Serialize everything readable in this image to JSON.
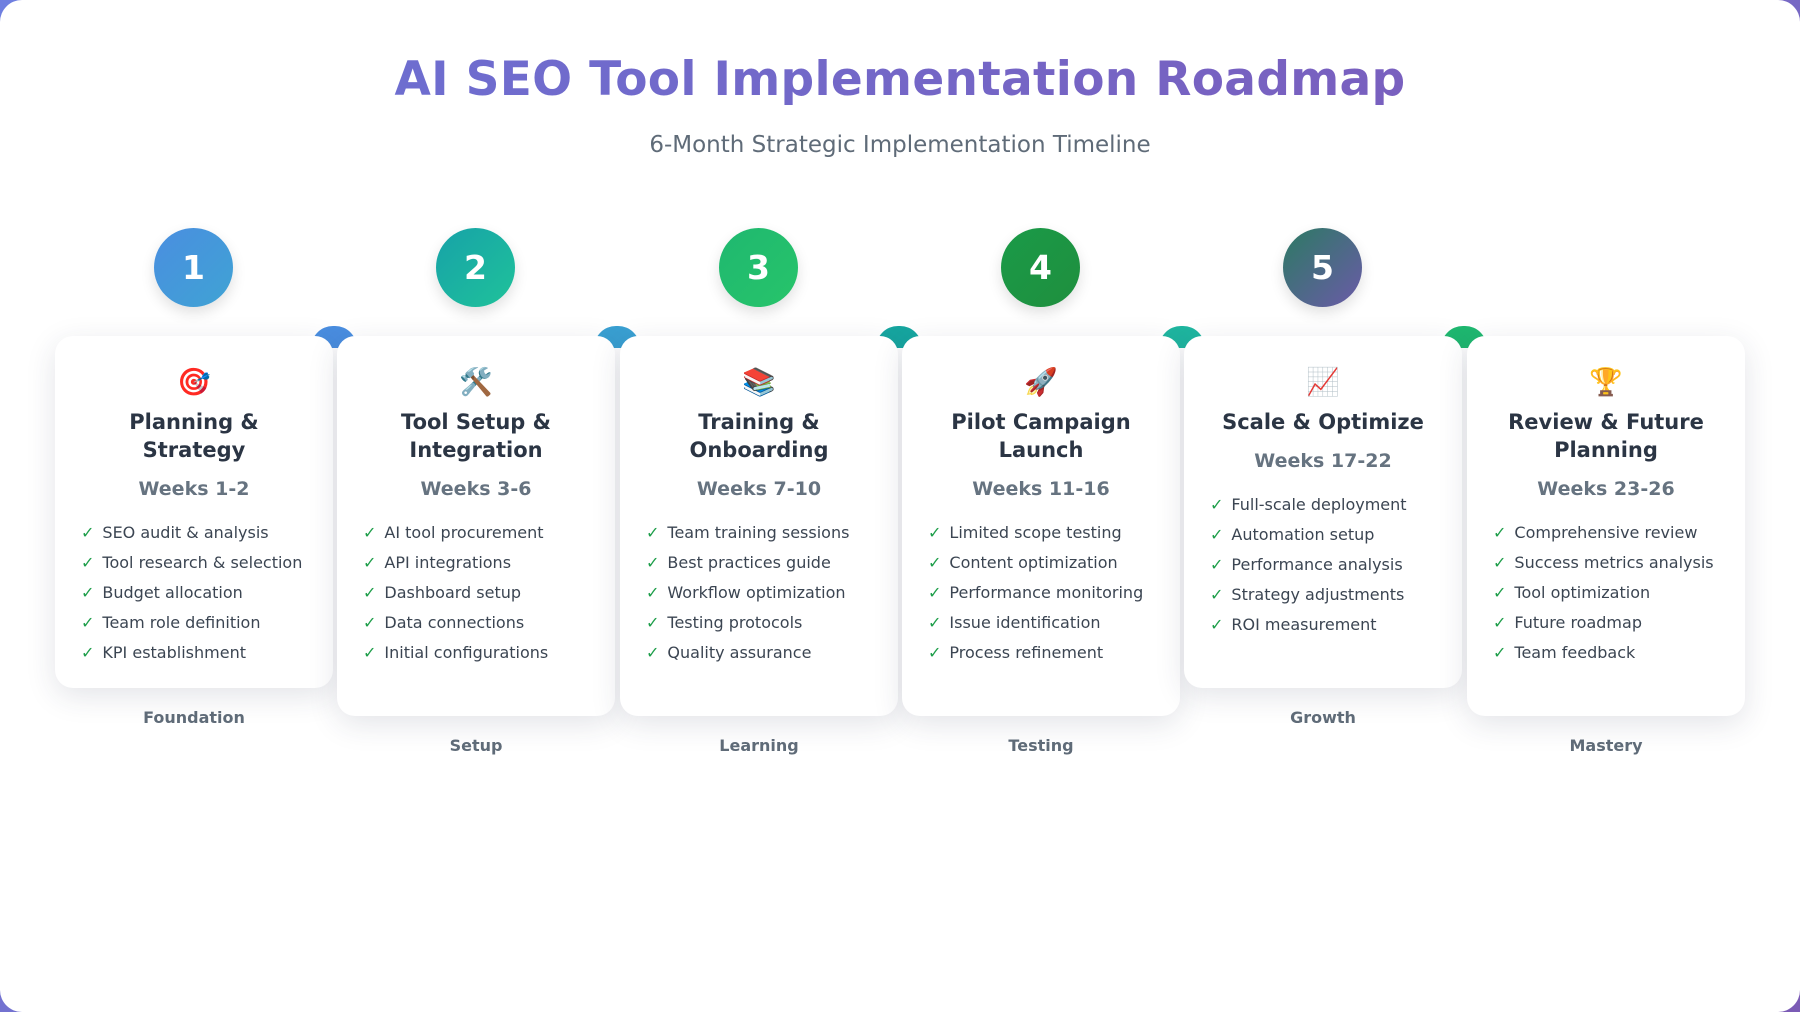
{
  "header": {
    "title": "AI SEO Tool Implementation Roadmap",
    "subtitle": "6-Month Strategic Implementation Timeline"
  },
  "milestones": [
    "1",
    "2",
    "3",
    "4",
    "5"
  ],
  "steps": [
    {
      "icon": "target-icon",
      "icon_glyph": "🎯",
      "title": "Planning & Strategy",
      "weeks": "Weeks 1-2",
      "tasks": [
        "SEO audit & analysis",
        "Tool research & selection",
        "Budget allocation",
        "Team role definition",
        "KPI establishment"
      ],
      "phase": "Foundation"
    },
    {
      "icon": "tools-icon",
      "icon_glyph": "🛠️",
      "title": "Tool Setup & Integration",
      "weeks": "Weeks 3-6",
      "tasks": [
        "AI tool procurement",
        "API integrations",
        "Dashboard setup",
        "Data connections",
        "Initial configurations"
      ],
      "phase": "Setup"
    },
    {
      "icon": "books-icon",
      "icon_glyph": "📚",
      "title": "Training & Onboarding",
      "weeks": "Weeks 7-10",
      "tasks": [
        "Team training sessions",
        "Best practices guide",
        "Workflow optimization",
        "Testing protocols",
        "Quality assurance"
      ],
      "phase": "Learning"
    },
    {
      "icon": "rocket-icon",
      "icon_glyph": "🚀",
      "title": "Pilot Campaign Launch",
      "weeks": "Weeks 11-16",
      "tasks": [
        "Limited scope testing",
        "Content optimization",
        "Performance monitoring",
        "Issue identification",
        "Process refinement"
      ],
      "phase": "Testing"
    },
    {
      "icon": "chart-up-icon",
      "icon_glyph": "📈",
      "title": "Scale & Optimize",
      "weeks": "Weeks 17-22",
      "tasks": [
        "Full-scale deployment",
        "Automation setup",
        "Performance analysis",
        "Strategy adjustments",
        "ROI measurement"
      ],
      "phase": "Growth"
    },
    {
      "icon": "trophy-icon",
      "icon_glyph": "🏆",
      "title": "Review & Future Planning",
      "weeks": "Weeks 23-26",
      "tasks": [
        "Comprehensive review",
        "Success metrics analysis",
        "Tool optimization",
        "Future roadmap",
        "Team feedback"
      ],
      "phase": "Mastery"
    }
  ],
  "colors": {
    "circle_gradients": [
      [
        "#4a8ee0",
        "#3fa3d4"
      ],
      [
        "#17a2a8",
        "#1fc29a"
      ],
      [
        "#1fb870",
        "#27c46a"
      ],
      [
        "#1a9a48",
        "#1f8f3e"
      ],
      [
        "#2c7a63",
        "#6b5aa8"
      ]
    ],
    "check": "#1e9e4a"
  }
}
